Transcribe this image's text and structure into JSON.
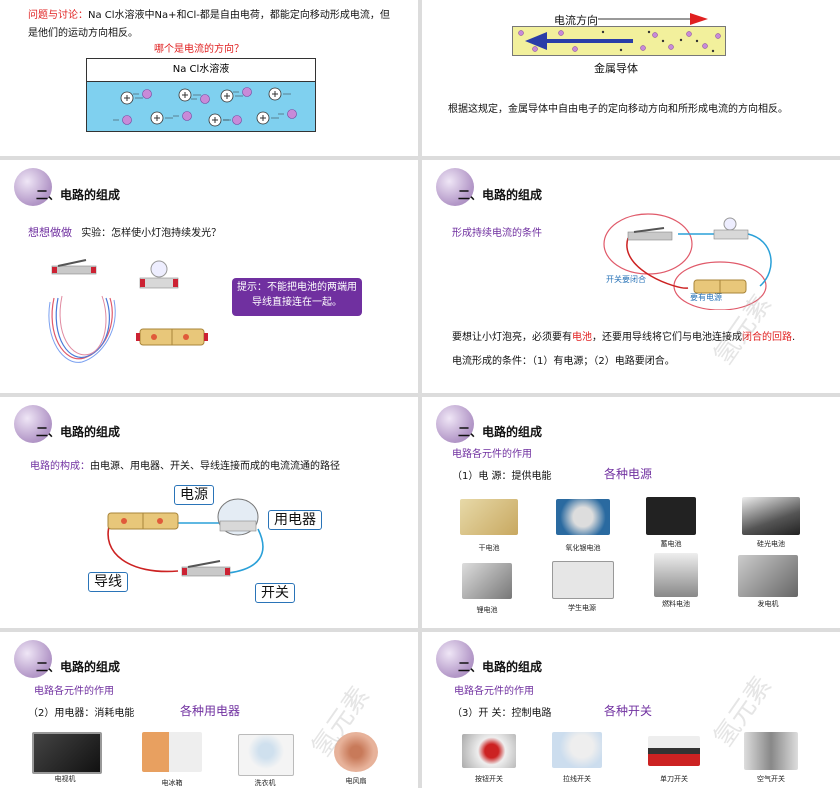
{
  "slide1": {
    "question": "问题与讨论：",
    "text1": "Na Cl水溶液中Na+和Cl-都是自由电荷，都能定向移动形成电流，但",
    "text2": "是他们的运动方向相反。",
    "red_question": "哪个是电流的方向？",
    "tank_label": "Na Cl水溶液"
  },
  "slide2": {
    "current_label": "电流方向",
    "conductor_label": "金属导体",
    "conclusion": "根据这规定，金属导体中自由电子的定向移动方向和所形成电流的方向相反。"
  },
  "slide3": {
    "heading": "二、电路的组成",
    "think": "想想做做",
    "experiment": "实验：怎样使小灯泡持续发光？",
    "tip": "提示：不能把电池的两端用导线直接连在一起。"
  },
  "slide4": {
    "heading": "二、电路的组成",
    "condition_title": "形成持续电流的条件",
    "switch_label": "开关要闭合",
    "source_label": "要有电源",
    "line1_a": "要想让小灯泡亮，必须要有",
    "line1_b": "电池",
    "line1_c": "，还要用导线将它们与电池连接成",
    "line1_d": "闭合的回路",
    "line1_e": ".",
    "line2": "电流形成的条件：（1）有电源；（2）电路要闭合。",
    "watermark": "氢元素"
  },
  "slide5": {
    "heading": "二、电路的组成",
    "def_label": "电路的构成：",
    "def_text": "由电源、用电器、开关、导线连接而成的电流流通的路径",
    "labels": {
      "source": "电源",
      "appliance": "用电器",
      "wire": "导线",
      "switch": "开关"
    }
  },
  "slide6": {
    "heading": "二、电路的组成",
    "subtitle": "电路各元件的作用",
    "item": "（1）电  源：提供电能",
    "big_label": "各种电源",
    "items": [
      "干电池",
      "氧化银电池",
      "蓄电池",
      "硅光电池",
      "锂电池",
      "学生电源",
      "燃料电池",
      "发电机"
    ]
  },
  "slide7": {
    "heading": "二、电路的组成",
    "subtitle": "电路各元件的作用",
    "item": "（2）用电器：消耗电能",
    "big_label": "各种用电器",
    "items": [
      "电视机",
      "电冰箱",
      "洗衣机",
      "电风扇"
    ],
    "watermark": "氢元素"
  },
  "slide8": {
    "heading": "二、电路的组成",
    "subtitle": "电路各元件的作用",
    "item": "（3）开  关：控制电路",
    "big_label": "各种开关",
    "items": [
      "按钮开关",
      "拉线开关",
      "单刀开关",
      "空气开关"
    ],
    "watermark": "氢元素"
  }
}
